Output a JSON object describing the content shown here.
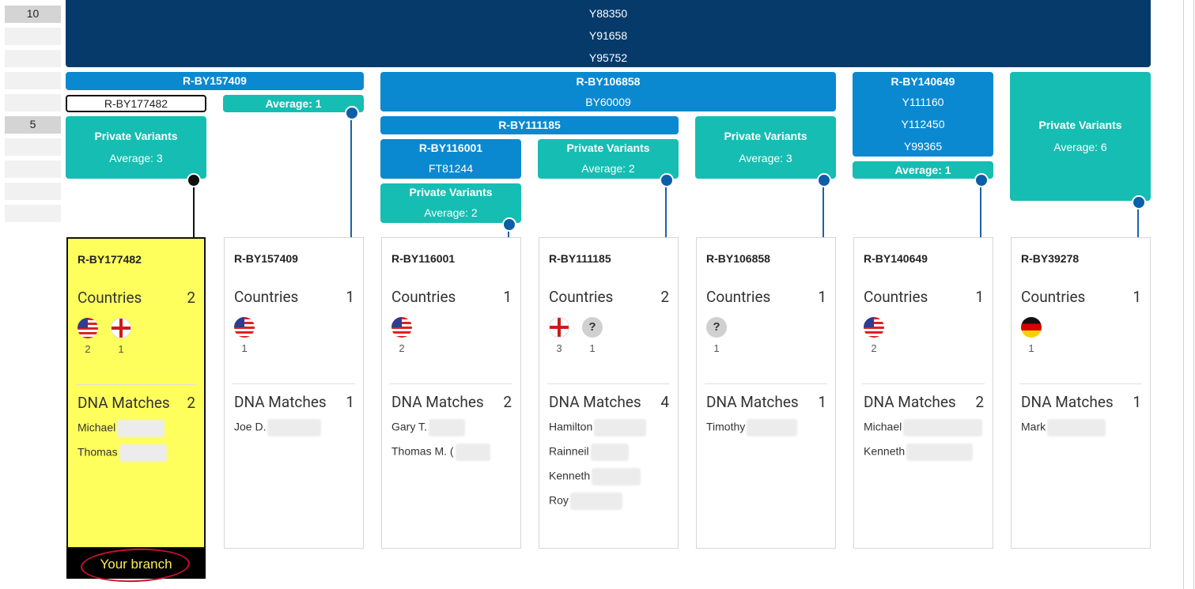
{
  "scale": {
    "top_label": "10",
    "mid_label": "5"
  },
  "top_block": {
    "lines": [
      "Y88350",
      "Y91658",
      "Y95752"
    ]
  },
  "blocks": {
    "by157409": "R-BY157409",
    "by177482_box": "R-BY177482",
    "avg1_left": "Average: 1",
    "pv_left_title": "Private Variants",
    "pv_left_avg": "Average: 3",
    "by106858": "R-BY106858",
    "by60009": "BY60009",
    "by111185": "R-BY111185",
    "by116001": "R-BY116001",
    "ft81244": "FT81244",
    "pv_116001_title": "Private Variants",
    "pv_116001_avg": "Average: 2",
    "pv_111185_title": "Private Variants",
    "pv_111185_avg": "Average: 2",
    "pv_106858_title": "Private Variants",
    "pv_106858_avg": "Average: 3",
    "by140649": "R-BY140649",
    "y111160": "Y111160",
    "y112450": "Y112450",
    "y99365": "Y99365",
    "avg1_140649": "Average: 1",
    "pv_39278_title": "Private Variants",
    "pv_39278_avg": "Average: 6"
  },
  "cards": [
    {
      "haplogroup": "R-BY177482",
      "countries_label": "Countries",
      "countries_count": "2",
      "flags": [
        {
          "icon": "us-flag-icon",
          "count": "2"
        },
        {
          "icon": "england-flag-icon",
          "count": "1"
        }
      ],
      "matches_label": "DNA Matches",
      "matches_count": "2",
      "matches": [
        "Michael",
        "Thomas"
      ]
    },
    {
      "haplogroup": "R-BY157409",
      "countries_label": "Countries",
      "countries_count": "1",
      "flags": [
        {
          "icon": "us-flag-icon",
          "count": "1"
        }
      ],
      "matches_label": "DNA Matches",
      "matches_count": "1",
      "matches": [
        "Joe D."
      ]
    },
    {
      "haplogroup": "R-BY116001",
      "countries_label": "Countries",
      "countries_count": "1",
      "flags": [
        {
          "icon": "us-flag-icon",
          "count": "2"
        }
      ],
      "matches_label": "DNA Matches",
      "matches_count": "2",
      "matches": [
        "Gary T.",
        "Thomas M. ("
      ]
    },
    {
      "haplogroup": "R-BY111185",
      "countries_label": "Countries",
      "countries_count": "2",
      "flags": [
        {
          "icon": "england-flag-icon",
          "count": "3"
        },
        {
          "icon": "unknown-flag-icon",
          "count": "1",
          "glyph": "?"
        }
      ],
      "matches_label": "DNA Matches",
      "matches_count": "4",
      "matches": [
        "Hamilton",
        "Rainneil",
        "Kenneth",
        "Roy"
      ]
    },
    {
      "haplogroup": "R-BY106858",
      "countries_label": "Countries",
      "countries_count": "1",
      "flags": [
        {
          "icon": "unknown-flag-icon",
          "count": "1",
          "glyph": "?"
        }
      ],
      "matches_label": "DNA Matches",
      "matches_count": "1",
      "matches": [
        "Timothy"
      ]
    },
    {
      "haplogroup": "R-BY140649",
      "countries_label": "Countries",
      "countries_count": "1",
      "flags": [
        {
          "icon": "us-flag-icon",
          "count": "2"
        }
      ],
      "matches_label": "DNA Matches",
      "matches_count": "2",
      "matches": [
        "Michael",
        "Kenneth"
      ]
    },
    {
      "haplogroup": "R-BY39278",
      "countries_label": "Countries",
      "countries_count": "1",
      "flags": [
        {
          "icon": "germany-flag-icon",
          "count": "1"
        }
      ],
      "matches_label": "DNA Matches",
      "matches_count": "1",
      "matches": [
        "Mark"
      ]
    }
  ],
  "your_branch_label": "Your branch",
  "colors": {
    "navy": "#063a6b",
    "blue": "#0a89d0",
    "teal": "#16bdb2",
    "highlight": "#fefe5c"
  }
}
